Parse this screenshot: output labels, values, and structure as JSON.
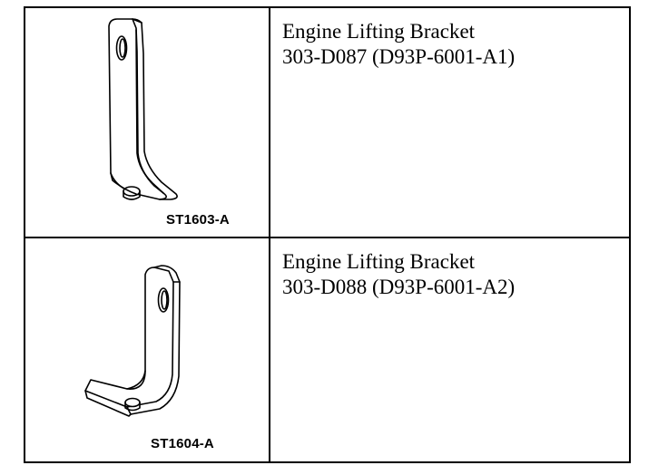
{
  "tools": [
    {
      "name": "Engine Lifting Bracket",
      "number": "303-D087 (D93P-6001-A1)",
      "ref_code": "ST1603-A"
    },
    {
      "name": "Engine Lifting Bracket",
      "number": "303-D088 (D93P-6001-A2)",
      "ref_code": "ST1604-A"
    }
  ],
  "icons": [
    "lifting-bracket-a1-icon",
    "lifting-bracket-a2-icon"
  ]
}
